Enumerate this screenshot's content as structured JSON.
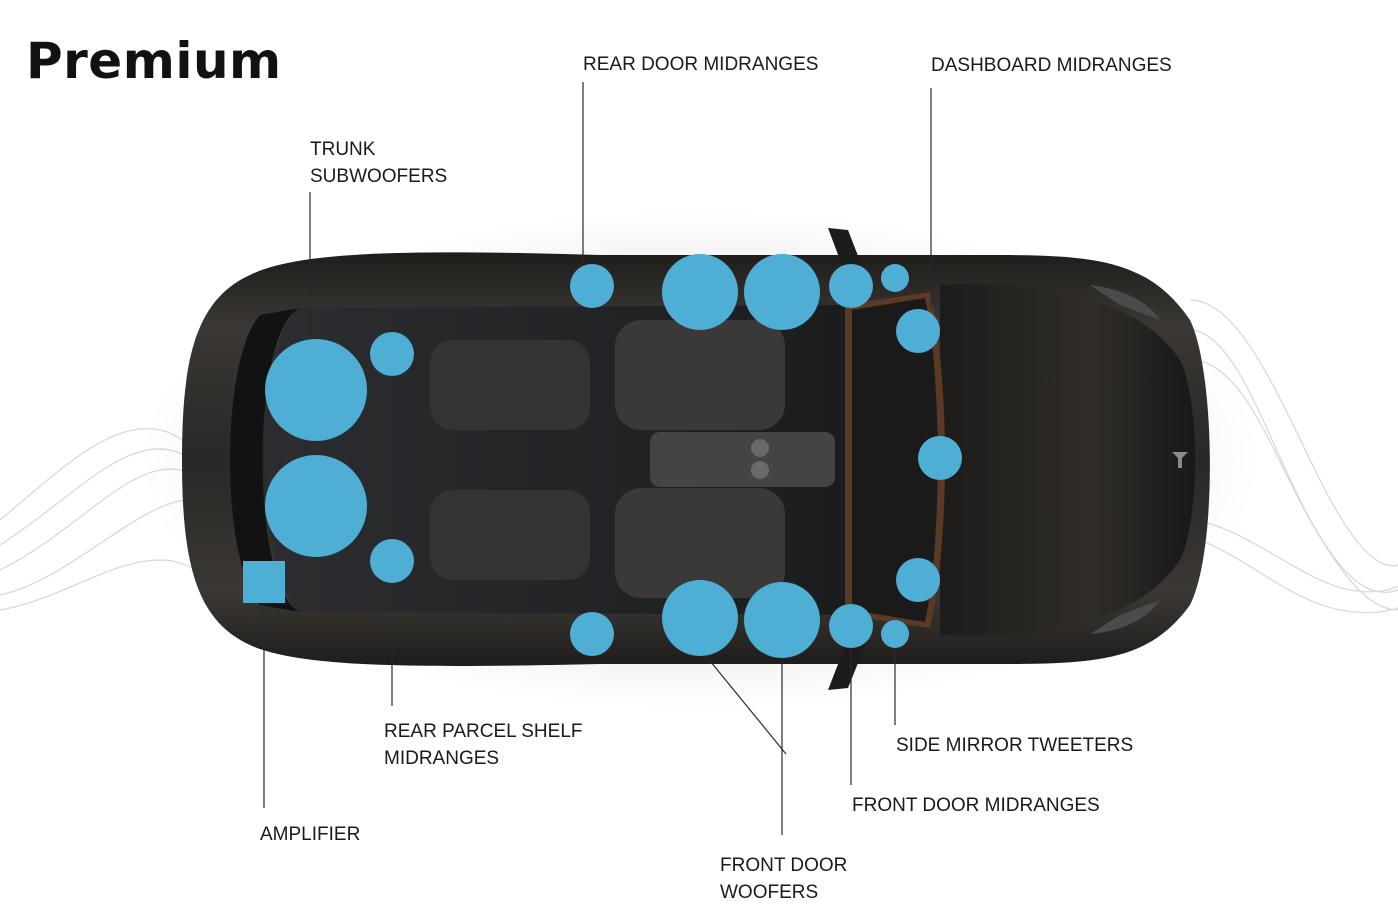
{
  "title": "Premium",
  "labels": {
    "rear_door_midranges": "REAR DOOR MIDRANGES",
    "dashboard_midranges": "DASHBOARD MIDRANGES",
    "trunk_subwoofers": [
      "TRUNK",
      "SUBWOOFERS"
    ],
    "rear_parcel_shelf_midranges": [
      "REAR PARCEL SHELF",
      "MIDRANGES"
    ],
    "amplifier": "AMPLIFIER",
    "front_door_woofers": [
      "FRONT DOOR",
      "WOOFERS"
    ],
    "front_door_midranges": "FRONT DOOR MIDRANGES",
    "side_mirror_tweeters": "SIDE MIRROR TWEETERS"
  },
  "colors": {
    "speaker": "#4eaed3",
    "car_body": "#2a2826",
    "car_dark": "#141312",
    "wave": "#d8d8d8",
    "leader_line": "#2a2a2a"
  }
}
